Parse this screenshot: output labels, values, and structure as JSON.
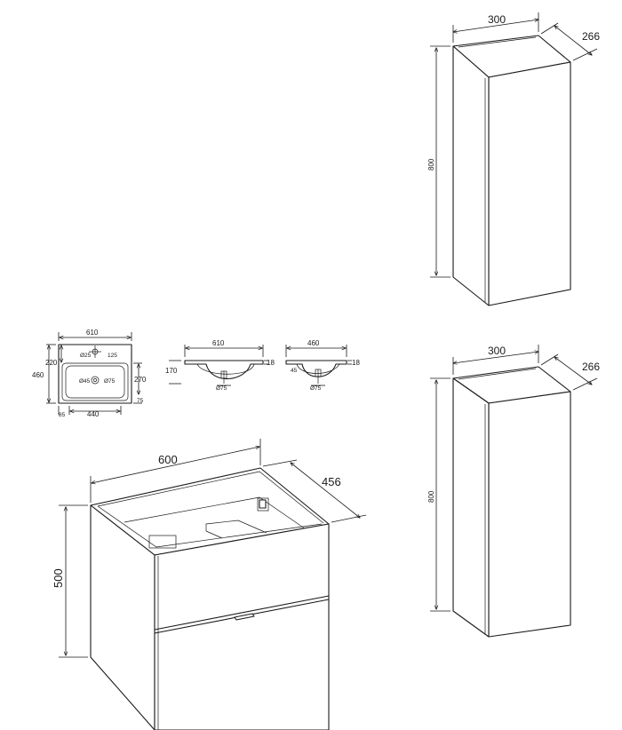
{
  "cabinet_top": {
    "width": "300",
    "depth": "266",
    "height": "800"
  },
  "cabinet_bottom": {
    "width": "300",
    "depth": "266",
    "height": "800"
  },
  "vanity": {
    "width": "600",
    "depth": "456",
    "height": "500"
  },
  "basin_top_view": {
    "width": "610",
    "depth": "460",
    "front": "220",
    "inner_depth": "270",
    "bottom_offset": "75",
    "side": "85",
    "inner_width": "440",
    "tap_hole": "Ø25",
    "tap_offset": "125",
    "drain": "Ø45",
    "overflow": "Ø75"
  },
  "basin_front_view": {
    "width": "610",
    "height": "170",
    "rim": "18",
    "drain": "Ø75"
  },
  "basin_side_view": {
    "width": "460",
    "rim": "18",
    "drain": "Ø75",
    "side_small": "45"
  }
}
